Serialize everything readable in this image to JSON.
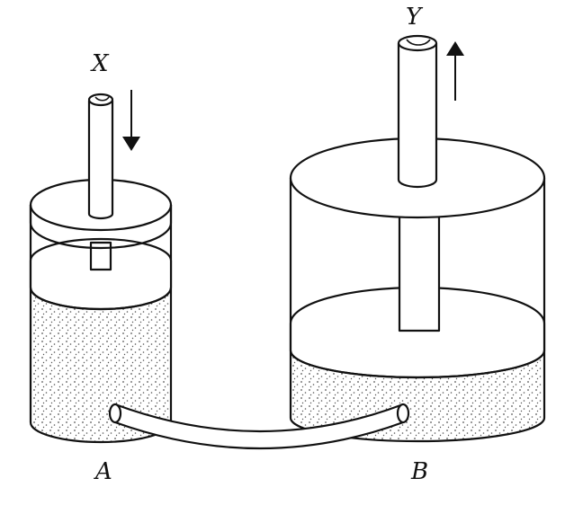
{
  "labels": {
    "piston_x": "X",
    "piston_y": "Y",
    "cylinder_a": "A",
    "cylinder_b": "B"
  },
  "colors": {
    "stroke": "#111111",
    "fill": "#ffffff",
    "stipple": "#555555"
  }
}
